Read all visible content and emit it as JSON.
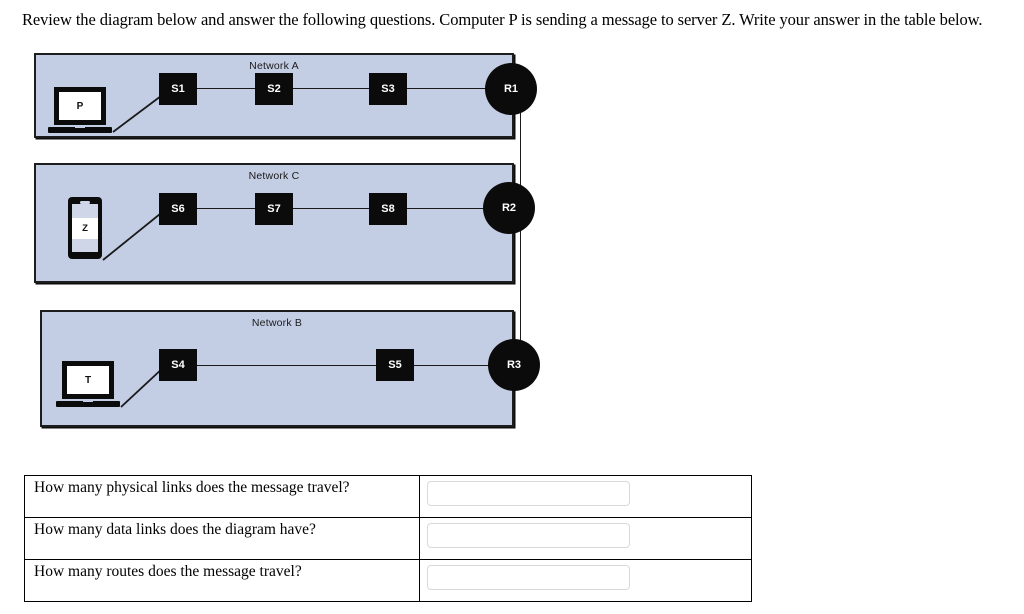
{
  "prompt": {
    "text": "Review the diagram below and answer the following questions. Computer P is sending a message to server Z. Write your answer in the table below."
  },
  "diagram": {
    "networks": [
      {
        "id": "network-a",
        "label": "Network A",
        "endpoint": {
          "label": "P",
          "type": "laptop"
        },
        "switches": [
          "S1",
          "S2",
          "S3"
        ],
        "router": "R1"
      },
      {
        "id": "network-c",
        "label": "Network C",
        "endpoint": {
          "label": "Z",
          "type": "phone"
        },
        "switches": [
          "S6",
          "S7",
          "S8"
        ],
        "router": "R2"
      },
      {
        "id": "network-b",
        "label": "Network B",
        "endpoint": {
          "label": "T",
          "type": "laptop"
        },
        "switches": [
          "S4",
          "S5"
        ],
        "router": "R3"
      }
    ],
    "colors": {
      "network_fill": "#c3cde4",
      "node_fill": "#0b0b0b",
      "node_label": "#ffffff",
      "line": "#1a1a1a"
    }
  },
  "table": {
    "rows": [
      {
        "question": "How many physical links does the message travel?",
        "answer": ""
      },
      {
        "question": "How many data links does the diagram have?",
        "answer": ""
      },
      {
        "question": "How many routes does the message travel?",
        "answer": ""
      }
    ]
  }
}
